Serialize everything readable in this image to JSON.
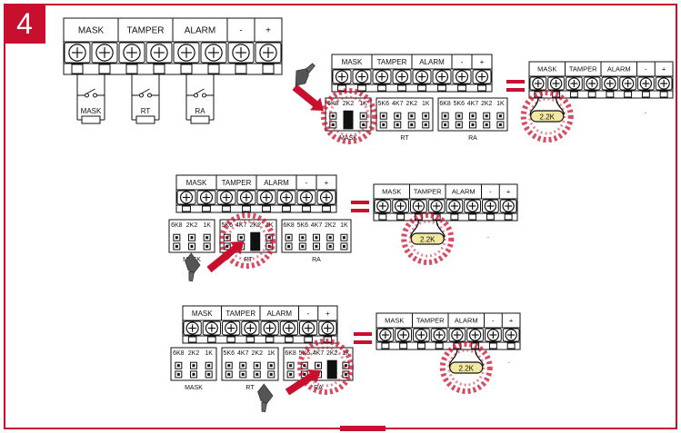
{
  "step": {
    "number": "4"
  },
  "colors": {
    "accent": "#c8102e",
    "line": "#111111",
    "highlight_fill": "#f3e8a0"
  },
  "terminal_block": {
    "labels": [
      "MASK",
      "TAMPER",
      "ALARM",
      "-",
      "+"
    ]
  },
  "legend_circuit": {
    "resistor_labels": [
      "MASK",
      "RT",
      "RA"
    ]
  },
  "jumper_groups": [
    {
      "name": "MASK",
      "values": [
        "6K8",
        "2K2",
        "1K"
      ]
    },
    {
      "name": "RT",
      "values": [
        "5K6",
        "4K7",
        "2K2",
        "1K"
      ]
    },
    {
      "name": "RA",
      "values": [
        "6K8",
        "5K6",
        "4K7",
        "2K2",
        "1K"
      ]
    }
  ],
  "result_resistor": {
    "label": "2.2K"
  },
  "icons": [
    "hand-pointer-icon",
    "red-arrow-icon",
    "equals-icon"
  ]
}
